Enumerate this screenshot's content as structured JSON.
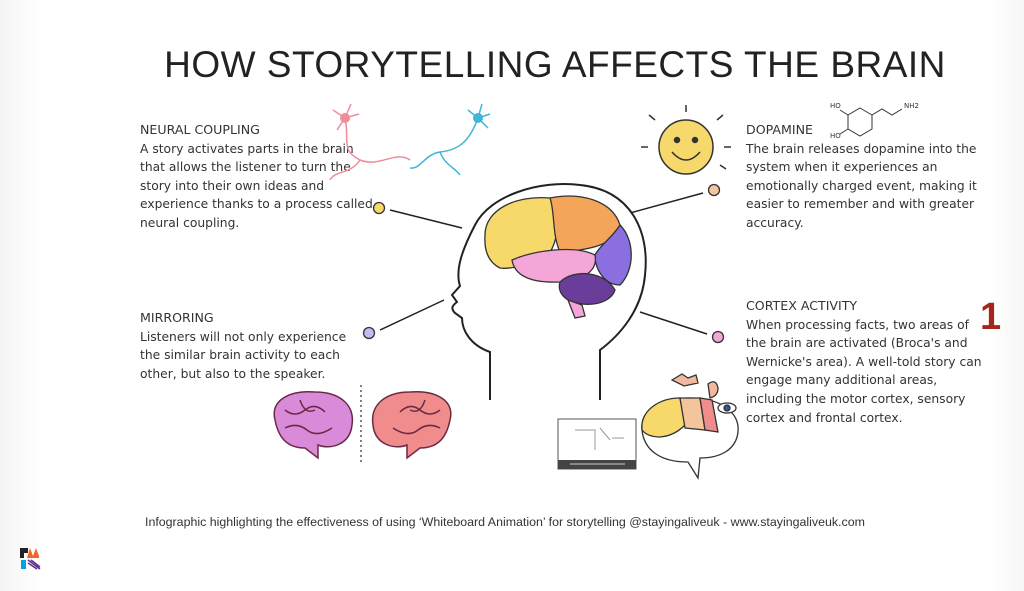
{
  "title": "HOW STORYTELLING AFFECTS THE BRAIN",
  "sections": {
    "neural_coupling": {
      "heading": "NEURAL COUPLING",
      "body": "A story activates parts in the brain that allows the listener to turn the story into their own ideas and experience thanks to a process called neural coupling."
    },
    "mirroring": {
      "heading": "MIRRORING",
      "body": "Listeners will not only experience the similar brain activity to each other, but also to the speaker."
    },
    "dopamine": {
      "heading": "DOPAMINE",
      "body": "The brain releases dopamine into the system when it experiences an emotionally charged event, making it easier to remember and with greater accuracy."
    },
    "cortex_activity": {
      "heading": "CORTEX ACTIVITY",
      "body": "When processing facts, two areas of the brain are activated (Broca's and Wernicke's area). A well-told story can engage many additional areas, including the motor cortex, sensory cortex and frontal cortex."
    }
  },
  "molecule_labels": {
    "ho1": "HO",
    "ho2": "HO",
    "nh2": "NH2"
  },
  "slide_number": "1",
  "caption": "Infographic highlighting the effectiveness of using ‘Whiteboard Animation’ for storytelling @stayingaliveuk - www.stayingaliveuk.com",
  "colors": {
    "yellow": "#f7d96b",
    "orange": "#f5a55a",
    "pink": "#f4a6d8",
    "purple": "#8b6fe0",
    "dark_purple": "#6a3d9a",
    "accent_red": "#a6261c"
  }
}
